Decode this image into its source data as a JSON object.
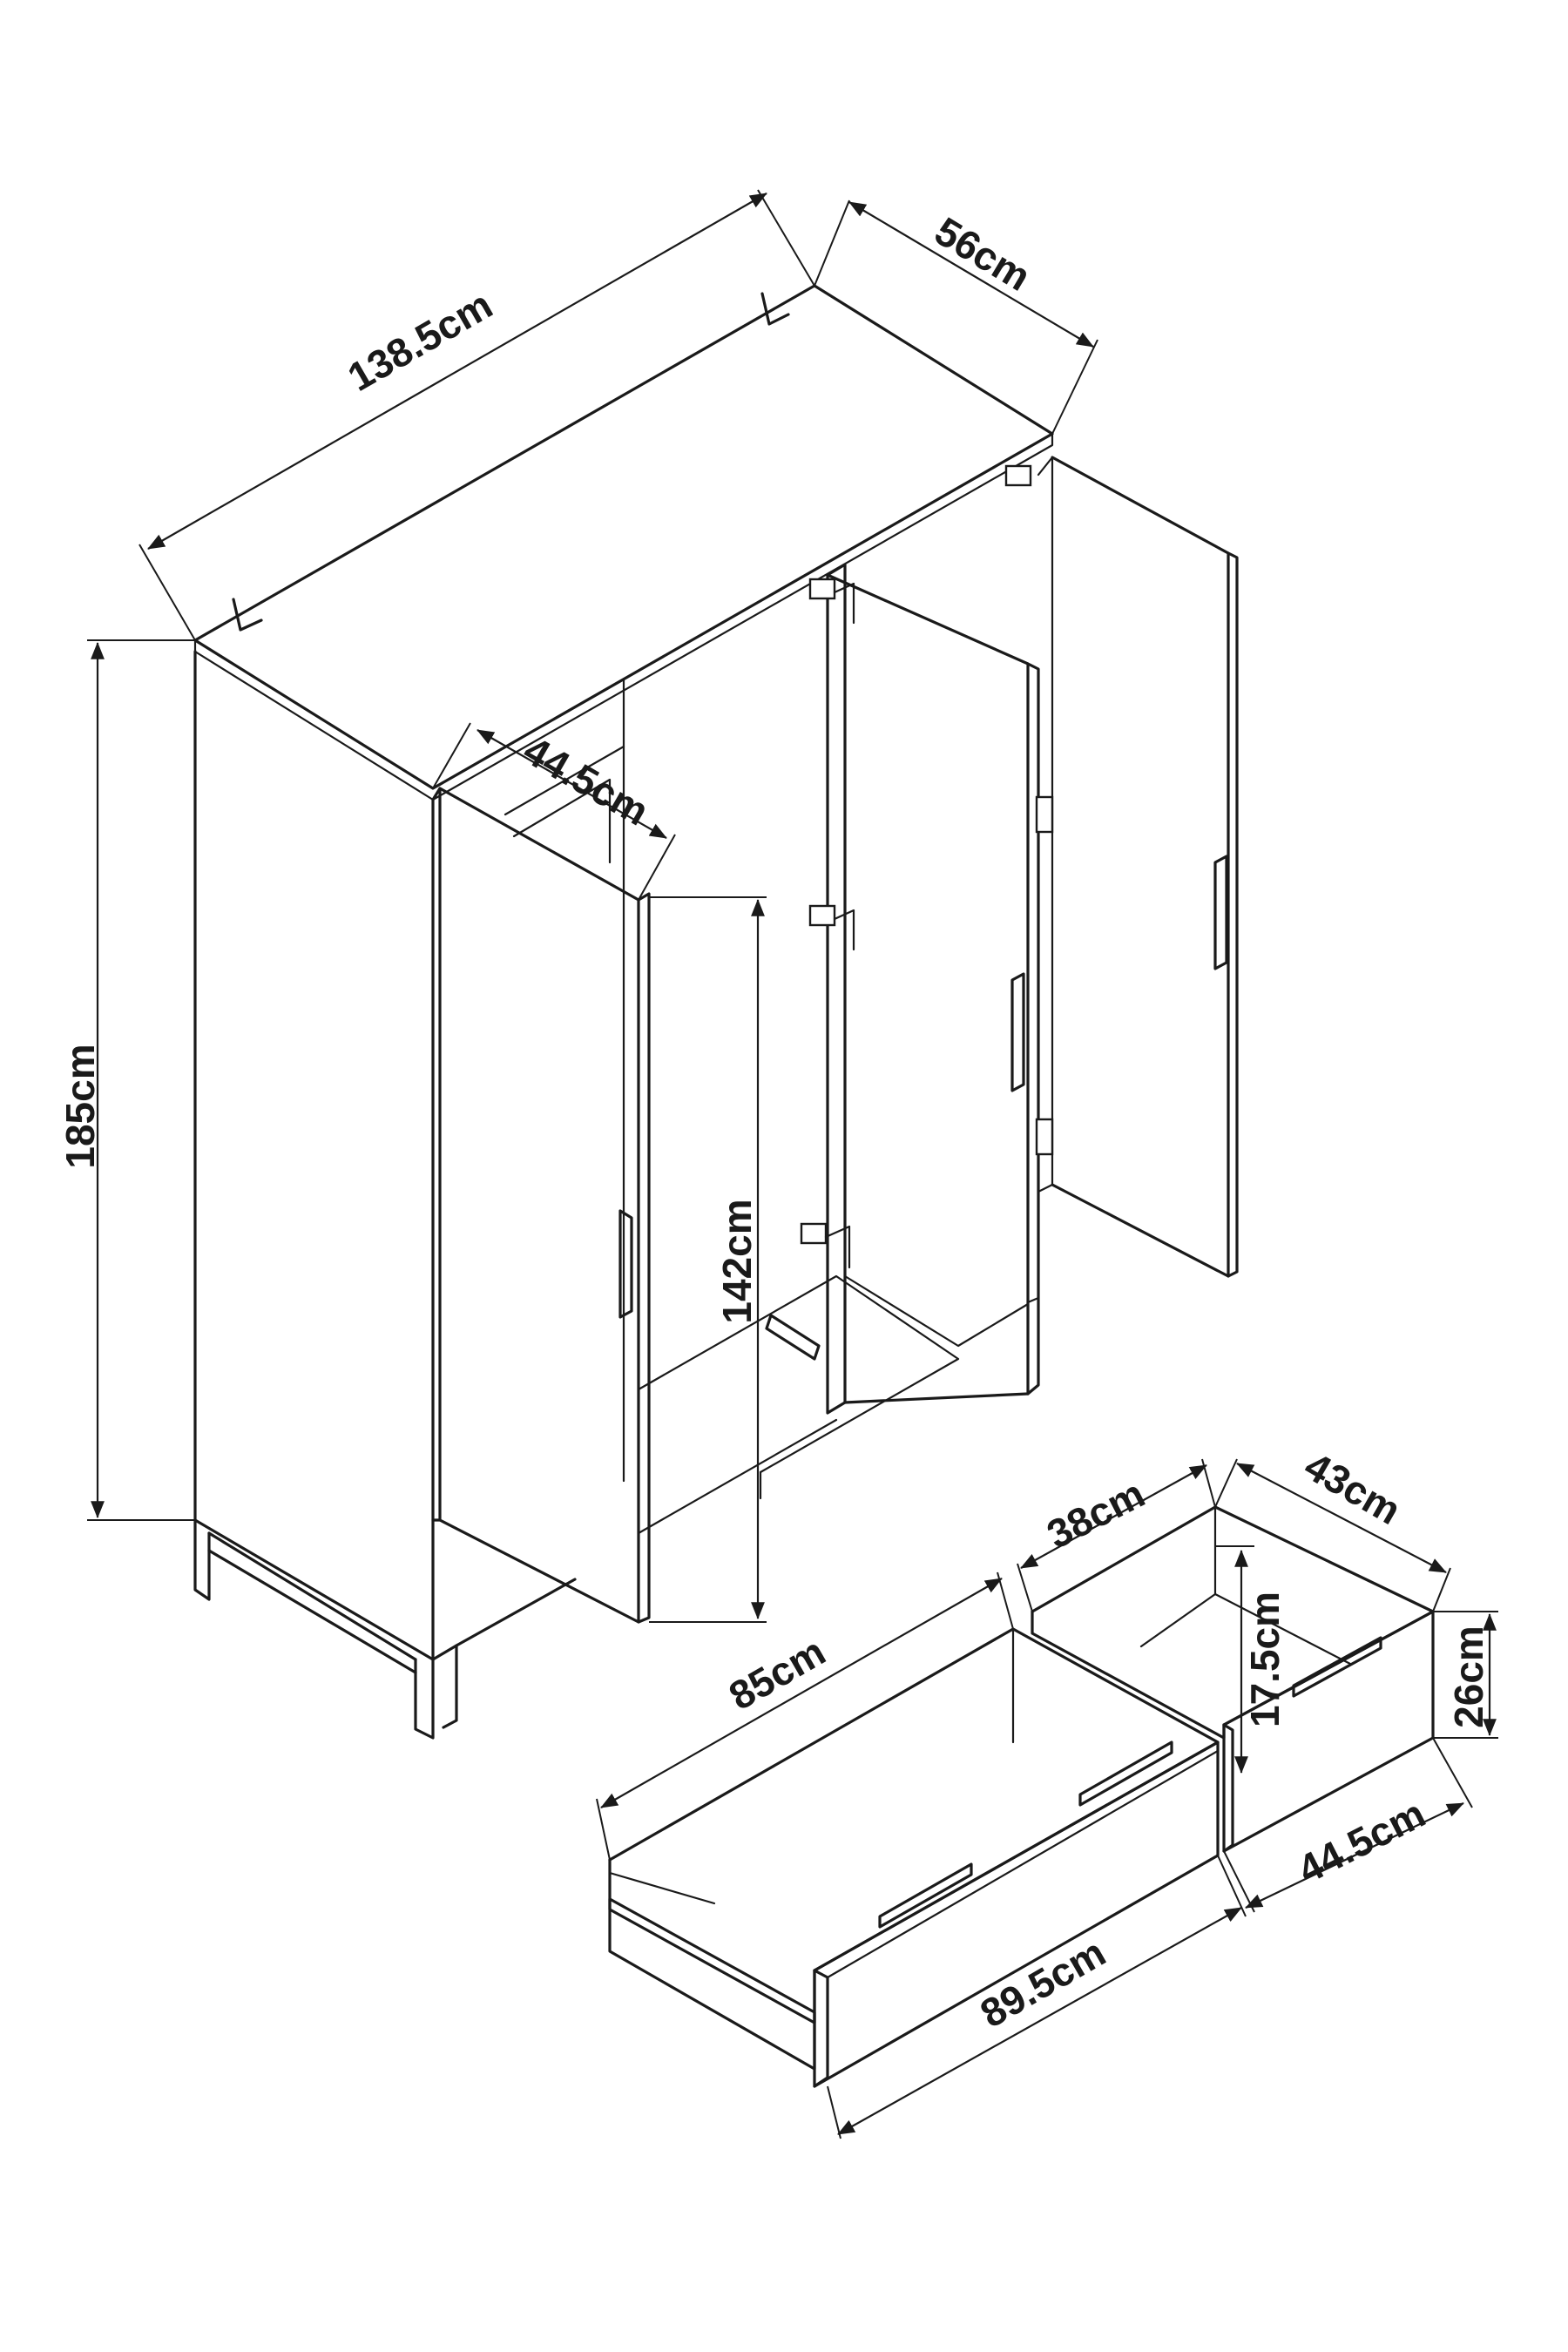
{
  "dimensions": {
    "width_total": "138.5cm",
    "depth_total": "56cm",
    "height_total": "185cm",
    "inner_depth": "44.5cm",
    "door_height": "142cm",
    "small_drawer_width": "38cm",
    "small_drawer_depth": "43cm",
    "small_drawer_inner_height": "17.5cm",
    "small_drawer_height": "26cm",
    "drawer_depth": "44.5cm",
    "large_drawer_inner_width": "85cm",
    "large_drawer_width": "89.5cm"
  },
  "colors": {
    "line": "#1a1a1a",
    "background": "#ffffff"
  }
}
